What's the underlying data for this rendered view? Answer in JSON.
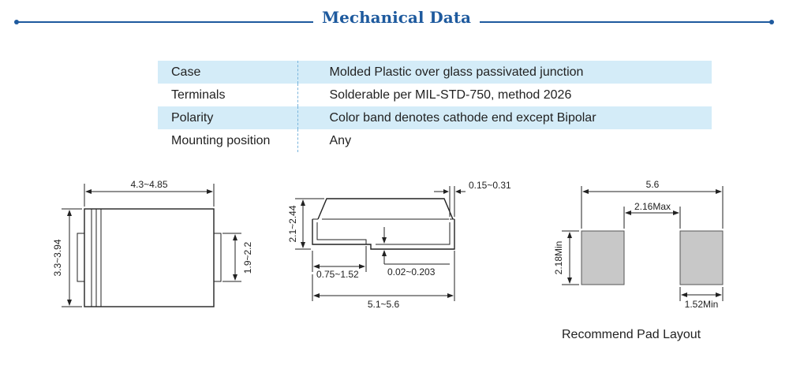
{
  "header": {
    "title": "Mechanical Data"
  },
  "mechanical_rows": [
    {
      "label": "Case",
      "value": "Molded Plastic over glass passivated junction"
    },
    {
      "label": "Terminals",
      "value": " Solderable per MIL-STD-750, method 2026"
    },
    {
      "label": "Polarity",
      "value": " Color band denotes cathode end except Bipolar"
    },
    {
      "label": "Mounting position",
      "value": "Any"
    }
  ],
  "top_view": {
    "width": "4.3~4.85",
    "height": "3.3~3.94",
    "terminal_height": "1.9~2.2"
  },
  "side_view": {
    "lead_thickness": "0.15~0.31",
    "body_height": "2.1~2.44",
    "lead_length": "0.75~1.52",
    "standoff": "0.02~0.203",
    "overall_length": "5.1~5.6"
  },
  "pad_layout": {
    "overall": "5.6",
    "gap": "2.16Max",
    "pad_height": "2.18Min",
    "pad_width": "1.52Min",
    "caption": "Recommend Pad Layout"
  }
}
